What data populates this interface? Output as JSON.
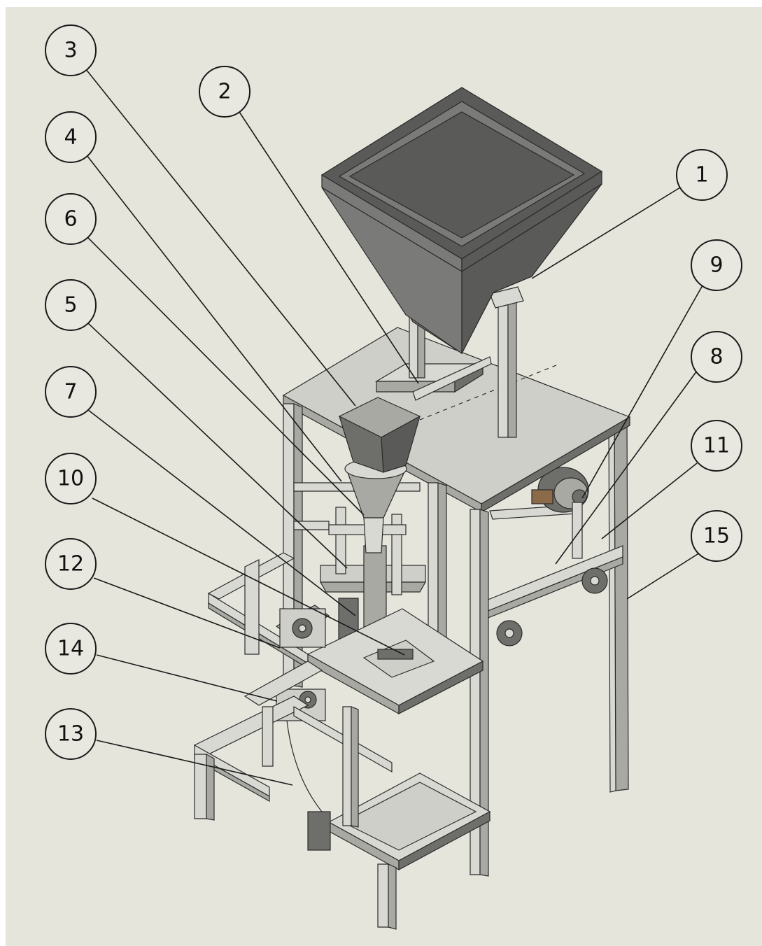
{
  "colors": {
    "background": "#e6e5dc",
    "frame_light": "#d9d9d4",
    "frame_mid": "#a9a9a4",
    "frame_dark": "#6e6e6a",
    "hopper_dark": "#5a5a58",
    "hopper_mid": "#7a7a78",
    "plate": "#cfcfca",
    "outline": "#1a1a1a"
  },
  "callouts": [
    {
      "id": "1",
      "label": "1"
    },
    {
      "id": "2",
      "label": "2"
    },
    {
      "id": "3",
      "label": "3"
    },
    {
      "id": "4",
      "label": "4"
    },
    {
      "id": "5",
      "label": "5"
    },
    {
      "id": "6",
      "label": "6"
    },
    {
      "id": "7",
      "label": "7"
    },
    {
      "id": "8",
      "label": "8"
    },
    {
      "id": "9",
      "label": "9"
    },
    {
      "id": "10",
      "label": "10"
    },
    {
      "id": "11",
      "label": "11"
    },
    {
      "id": "12",
      "label": "12"
    },
    {
      "id": "13",
      "label": "13"
    },
    {
      "id": "14",
      "label": "14"
    },
    {
      "id": "15",
      "label": "15"
    }
  ]
}
